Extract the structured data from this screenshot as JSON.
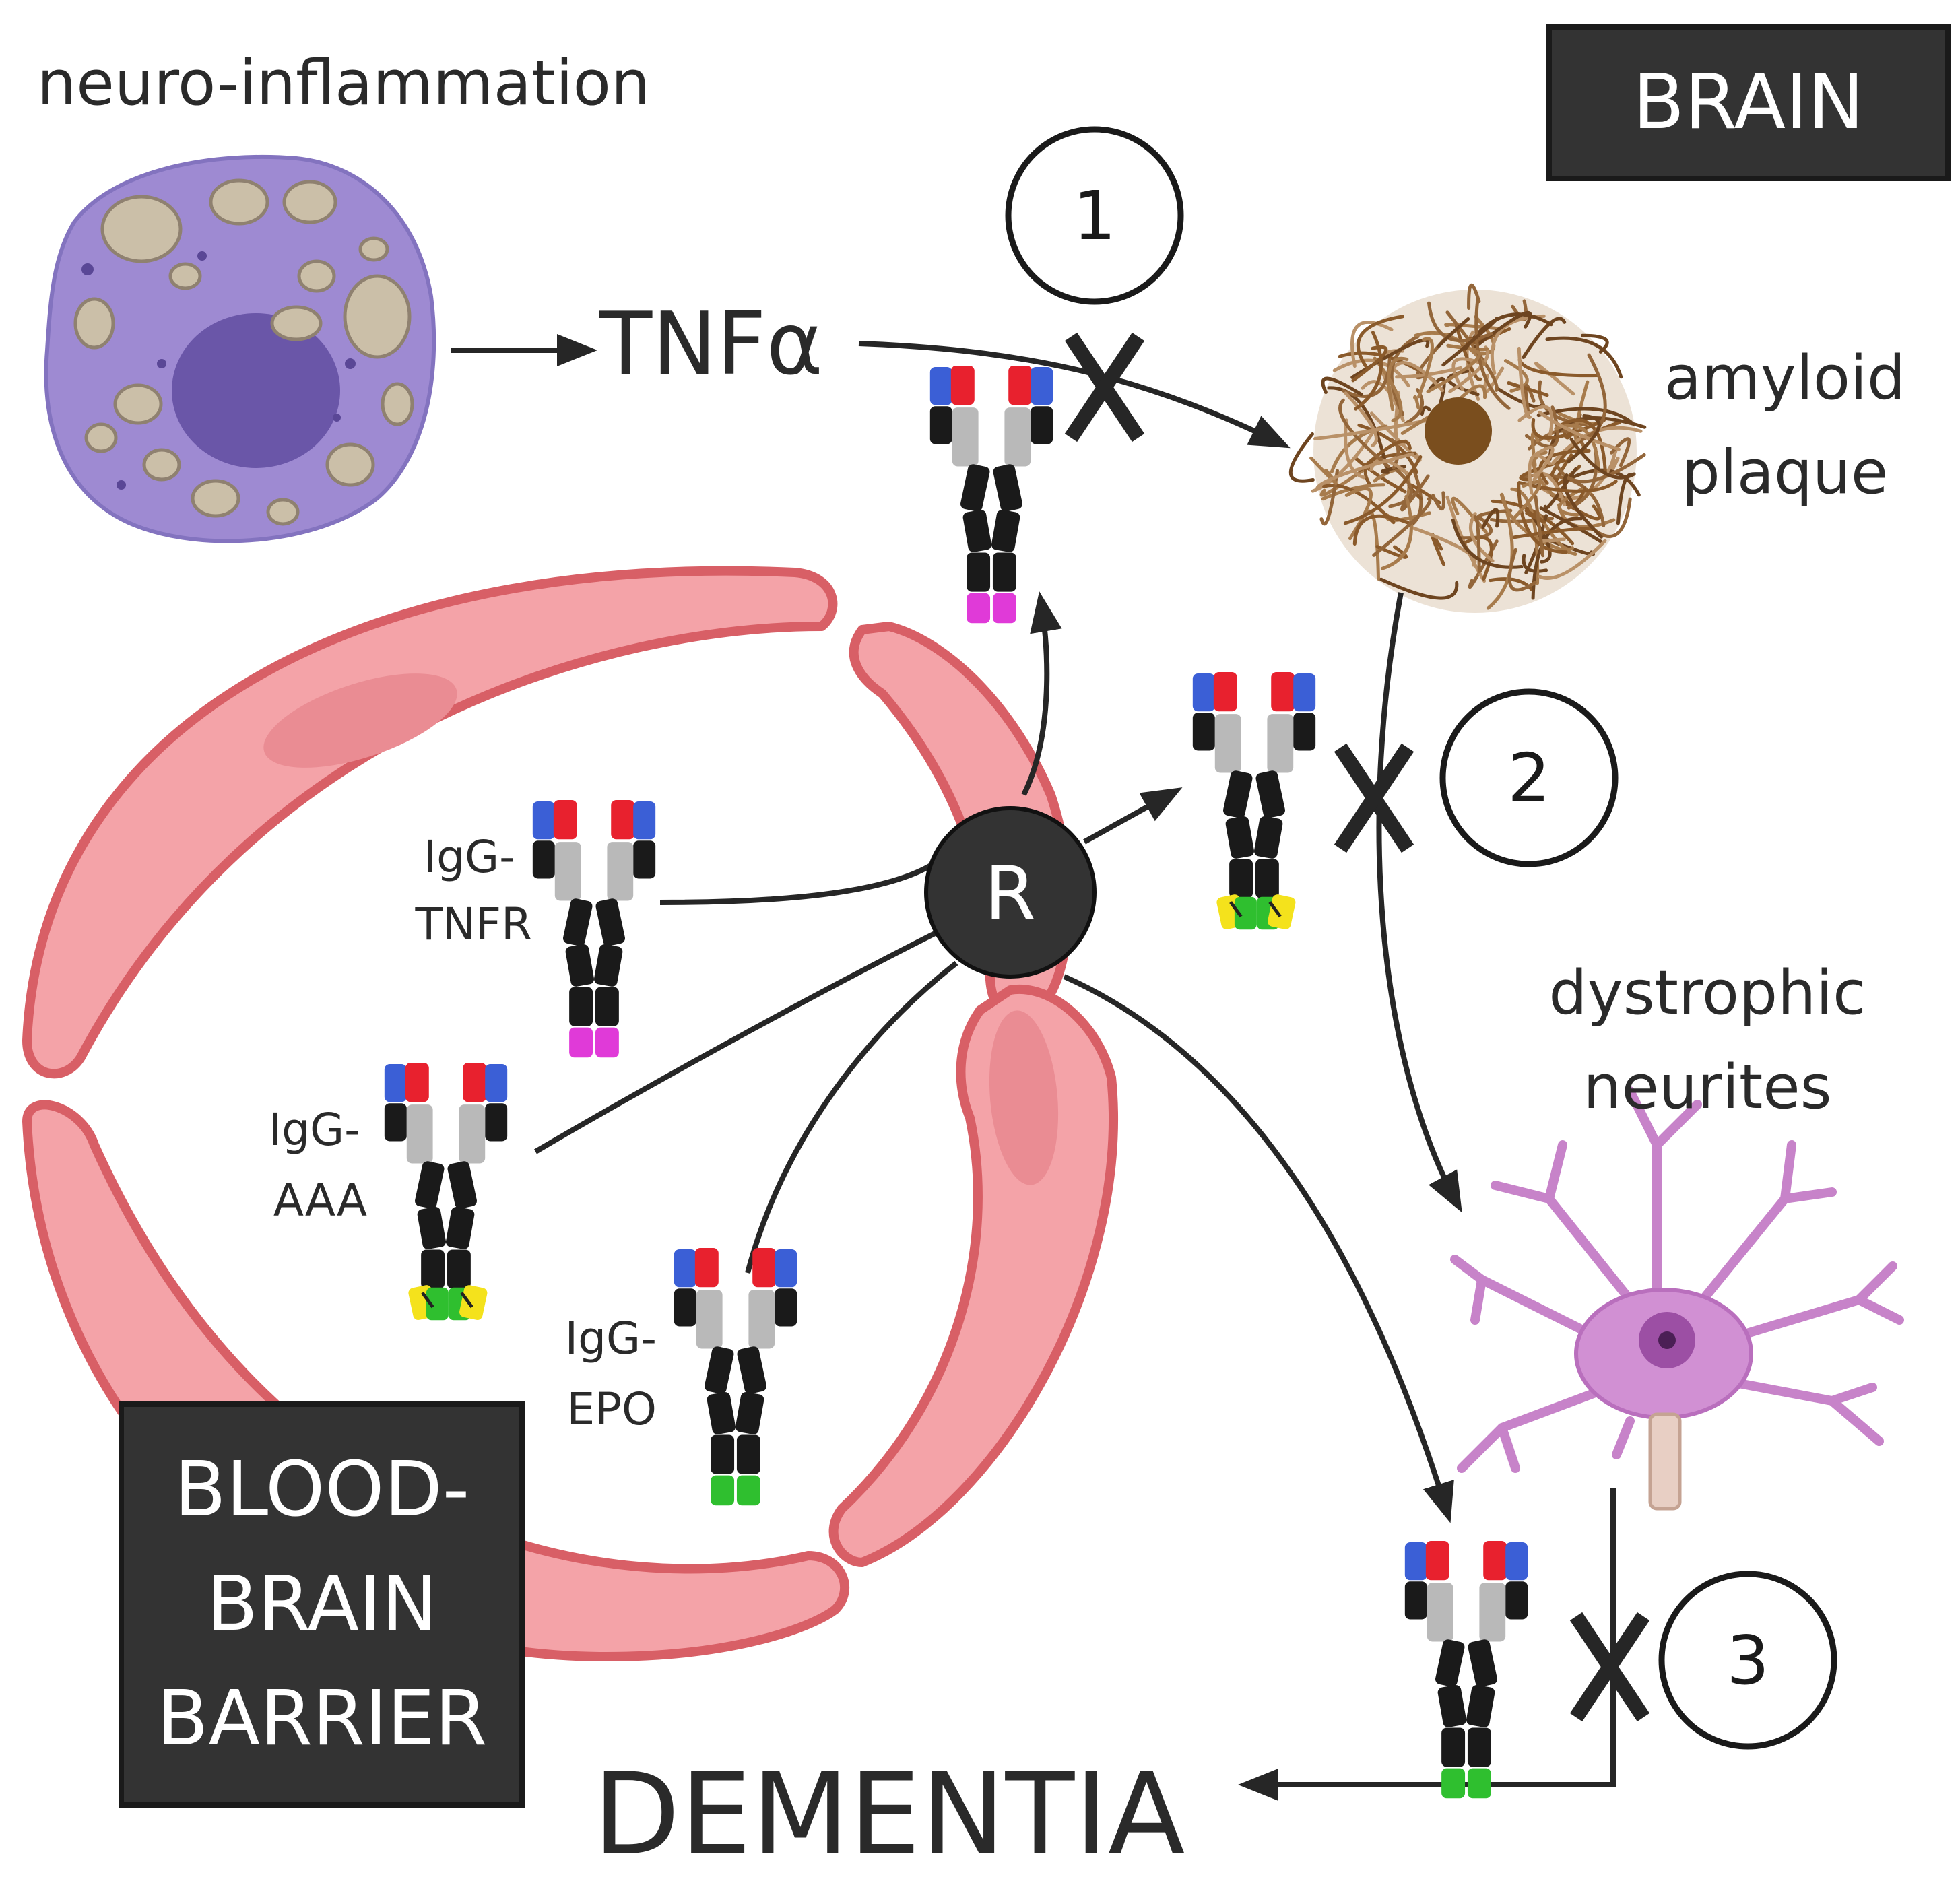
{
  "labels": {
    "neuro_inflammation": "neuro-inflammation",
    "tnf_alpha": "TNFα",
    "brain": "BRAIN",
    "amyloid_line1": "amyloid",
    "amyloid_line2": "plaque",
    "dystrophic_line1": "dystrophic",
    "dystrophic_line2": "neurites",
    "receptor": "R",
    "dementia": "DEMENTIA",
    "bbb_line1": "BLOOD-",
    "bbb_line2": "BRAIN",
    "bbb_line3": "BARRIER"
  },
  "steps": {
    "one": "1",
    "two": "2",
    "three": "3"
  },
  "fusions": {
    "tnfr": {
      "line1": "IgG-",
      "line2": "TNFR"
    },
    "aaa": {
      "line1": "IgG-",
      "line2": "AAA"
    },
    "epo": {
      "line1": "IgG-",
      "line2": "EPO"
    }
  },
  "colors": {
    "heavy_chain": "#1a1a1a",
    "light_chain": "#b9b9b9",
    "variable_heavy": "#e8212e",
    "variable_light": "#3b5fd6",
    "tnfr_fusion": "#e03ad8",
    "aaa_fusion_a": "#f4e21c",
    "aaa_fusion_b": "#2fbf2f",
    "epo_fusion": "#2fbf2f",
    "vessel": "#f4a3a8",
    "vessel_edge": "#d85f66",
    "dark_box": "#333333"
  }
}
